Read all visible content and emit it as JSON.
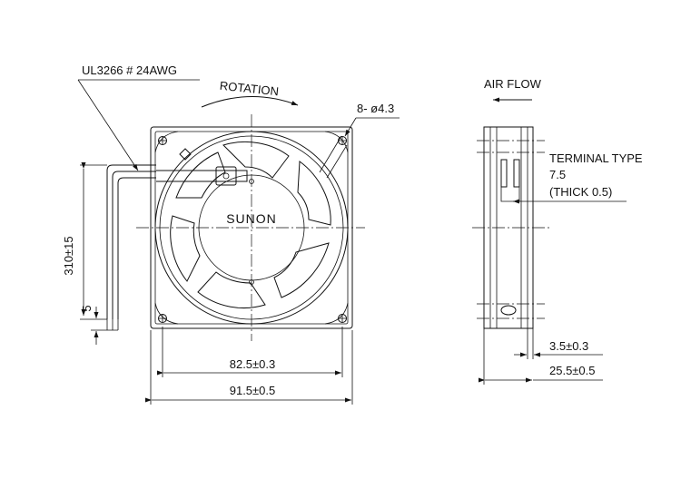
{
  "brand": "SUNON",
  "labels": {
    "cable": "UL3266 # 24AWG",
    "rotation": "ROTATION",
    "holes": "8- ø4.3",
    "airflow": "AIR FLOW",
    "terminal_type": "TERMINAL TYPE",
    "terminal_width": "7.5",
    "terminal_thick": "(THICK 0.5)"
  },
  "dimensions": {
    "lead_length": "310±15",
    "strip_length": "5",
    "hole_pitch": "82.5±0.3",
    "frame_width": "91.5±0.5",
    "flange_thickness": "3.5±0.3",
    "fan_depth": "25.5±0.5"
  }
}
